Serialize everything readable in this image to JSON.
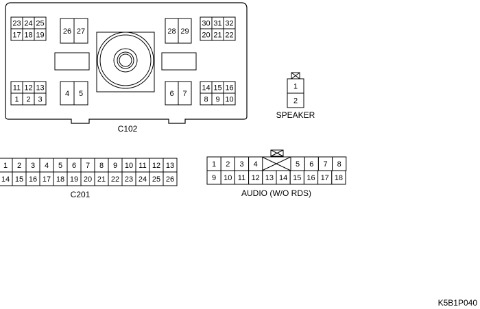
{
  "figure_code": "K5B1P040",
  "connectors": {
    "c102": {
      "label": "C102",
      "blocks": [
        {
          "id": "c102-top-left",
          "rows": [
            [
              "23",
              "24",
              "25"
            ],
            [
              "17",
              "18",
              "19"
            ]
          ]
        },
        {
          "id": "c102-top-mid-left",
          "rows": [
            [
              "26",
              "27"
            ]
          ]
        },
        {
          "id": "c102-top-mid-right",
          "rows": [
            [
              "28",
              "29"
            ]
          ]
        },
        {
          "id": "c102-top-right",
          "rows": [
            [
              "30",
              "31",
              "32"
            ],
            [
              "20",
              "21",
              "22"
            ]
          ]
        },
        {
          "id": "c102-bottom-left",
          "rows": [
            [
              "11",
              "12",
              "13"
            ],
            [
              "1",
              "2",
              "3"
            ]
          ]
        },
        {
          "id": "c102-bottom-mid-left",
          "rows": [
            [
              "4",
              "5"
            ]
          ]
        },
        {
          "id": "c102-bottom-mid-right",
          "rows": [
            [
              "6",
              "7"
            ]
          ]
        },
        {
          "id": "c102-bottom-right",
          "rows": [
            [
              "14",
              "15",
              "16"
            ],
            [
              "8",
              "9",
              "10"
            ]
          ]
        }
      ]
    },
    "speaker": {
      "label": "SPEAKER",
      "rows": [
        [
          "1"
        ],
        [
          "2"
        ]
      ]
    },
    "c201": {
      "label": "C201",
      "rows": [
        [
          "1",
          "2",
          "3",
          "4",
          "5",
          "6",
          "7",
          "8",
          "9",
          "10",
          "11",
          "12",
          "13"
        ],
        [
          "14",
          "15",
          "16",
          "17",
          "18",
          "19",
          "20",
          "21",
          "22",
          "23",
          "24",
          "25",
          "26"
        ]
      ]
    },
    "audio": {
      "label": "AUDIO (W/O RDS)",
      "top_left": [
        "1",
        "2",
        "3",
        "4"
      ],
      "top_right": [
        "5",
        "6",
        "7",
        "8"
      ],
      "bottom": [
        "9",
        "10",
        "11",
        "12",
        "13",
        "14",
        "15",
        "16",
        "17",
        "18"
      ]
    }
  }
}
